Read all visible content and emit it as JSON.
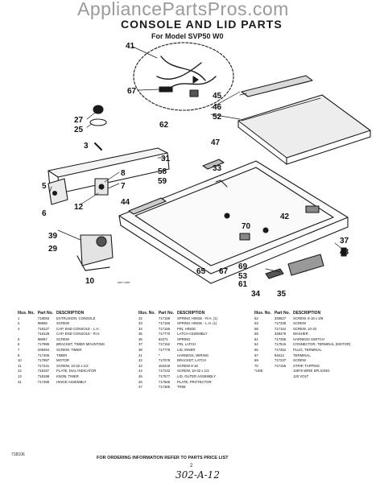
{
  "watermark": "AppliancePartsPros.com",
  "title": "CONSOLE AND LID PARTS",
  "subtitle": "For Model SVP50 W0",
  "callouts": [
    "41",
    "67",
    "62",
    "27",
    "25",
    "3",
    "45",
    "46",
    "52",
    "47",
    "31",
    "58",
    "59",
    "33",
    "8",
    "7",
    "5",
    "12",
    "44",
    "6",
    "42",
    "70",
    "39",
    "29",
    "37",
    "43",
    "10",
    "65",
    "67",
    "69",
    "53",
    "61",
    "34",
    "35"
  ],
  "small_note": "see note",
  "columns": [
    {
      "headers": [
        "Illus. No.",
        "Part No.",
        "DESCRIPTION"
      ],
      "rows": [
        [
          "1",
          "718093",
          "EXTRUSION, CONSOLE"
        ],
        [
          "2",
          "98666",
          "SCREW"
        ],
        [
          "4",
          "718127",
          "CAP, END CONSOLE - L.H."
        ],
        [
          "",
          "718128",
          "CAP, END CONSOLE - R.H."
        ],
        [
          "5",
          "98067",
          "SCREW"
        ],
        [
          "6",
          "717995",
          "BRACKET, TIMER MOUNTING"
        ],
        [
          "7",
          "339494",
          "SCREW, TIMER"
        ],
        [
          "8",
          "717405",
          "TIMER"
        ],
        [
          "10",
          "717997",
          "MOTOR"
        ],
        [
          "11",
          "717241",
          "SCREW, 10-32 x 1/2"
        ],
        [
          "12",
          "718197",
          "PLATE, DIAL INDICATOR"
        ],
        [
          "13",
          "718198",
          "KNOB, TIMER"
        ],
        [
          "31",
          "717288",
          "HINGE ASSEMBLY"
        ]
      ]
    },
    {
      "headers": [
        "Illus. No.",
        "Part No.",
        "DESCRIPTION"
      ],
      "rows": [
        [
          "32",
          "717159",
          "SPRING HINGE - R.H. (1)"
        ],
        [
          "33",
          "717160",
          "SPRING HINGE - L.H. (1)"
        ],
        [
          "34",
          "717156",
          "PIN, HINGE"
        ],
        [
          "35",
          "717770",
          "LATCH ASSEMBLY"
        ],
        [
          "36",
          "52271",
          "SPRING"
        ],
        [
          "37",
          "717152",
          "PIN, LATCH"
        ],
        [
          "38",
          "717778",
          "LID, INNER"
        ],
        [
          "41",
          "*",
          "HARNESS, WIRING"
        ],
        [
          "42",
          "717078",
          "BRACKET, LATCH"
        ],
        [
          "43",
          "163446",
          "SCREW 8-18"
        ],
        [
          "44",
          "717242",
          "SCREW, 10-32 x 1/2"
        ],
        [
          "45",
          "717577",
          "LID, OUTER ASSEMBLY"
        ],
        [
          "46",
          "717566",
          "PLATE, PROTECTOR"
        ],
        [
          "47",
          "717365",
          "TRIM"
        ]
      ]
    },
    {
      "headers": [
        "Illus. No.",
        "Part No.",
        "DESCRIPTION"
      ],
      "rows": [
        [
          "52",
          "339527",
          "SCREW, 8-18 x 3/8"
        ],
        [
          "53",
          "717235",
          "SCREW"
        ],
        [
          "58",
          "717154",
          "SCREW, 10-32"
        ],
        [
          "59",
          "338479",
          "WASHER"
        ],
        [
          "61",
          "717256",
          "HARNESS SWITCH"
        ],
        [
          "62",
          "717515",
          "CONNECTOR, TERMINAL (MOTOR)"
        ],
        [
          "65",
          "717252",
          "PLUG, TERMINAL"
        ],
        [
          "67",
          "94613",
          "TERMINAL"
        ],
        [
          "69",
          "717237",
          "SCREW"
        ],
        [
          "70",
          "717155",
          "STRIP, TAPPING"
        ],
        [
          "",
          "",
          " "
        ],
        [
          "*USE",
          "",
          "10875 WIRE SPLICING"
        ],
        [
          "",
          "",
          "120 VOLT"
        ]
      ]
    }
  ],
  "footer": "FOR ORDERING INFORMATION REFER TO PARTS PRICE LIST",
  "page_number": "2",
  "doc_number": "718106",
  "handwritten": "302-A-12"
}
